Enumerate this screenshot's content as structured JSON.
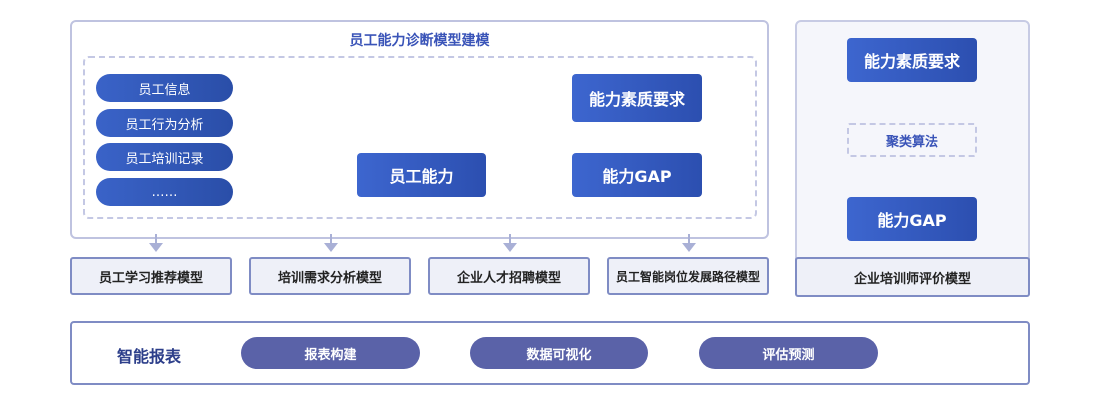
{
  "main": {
    "title": "员工能力诊断模型建模",
    "pills": [
      "员工信息",
      "员工行为分析",
      "员工培训记录",
      "……"
    ],
    "card_ability": "员工能力",
    "card_requirements": "能力素质要求",
    "card_gap": "能力GAP"
  },
  "models": [
    "员工学习推荐模型",
    "培训需求分析模型",
    "企业人才招聘模型",
    "员工智能岗位发展路径模型"
  ],
  "right_panel": {
    "card_requirements": "能力素质要求",
    "algorithm": "聚类算法",
    "card_gap": "能力GAP",
    "model": "企业培训师评价模型"
  },
  "bottom": {
    "label": "智能报表",
    "pills": [
      "报表构建",
      "数据可视化",
      "评估预测"
    ]
  }
}
